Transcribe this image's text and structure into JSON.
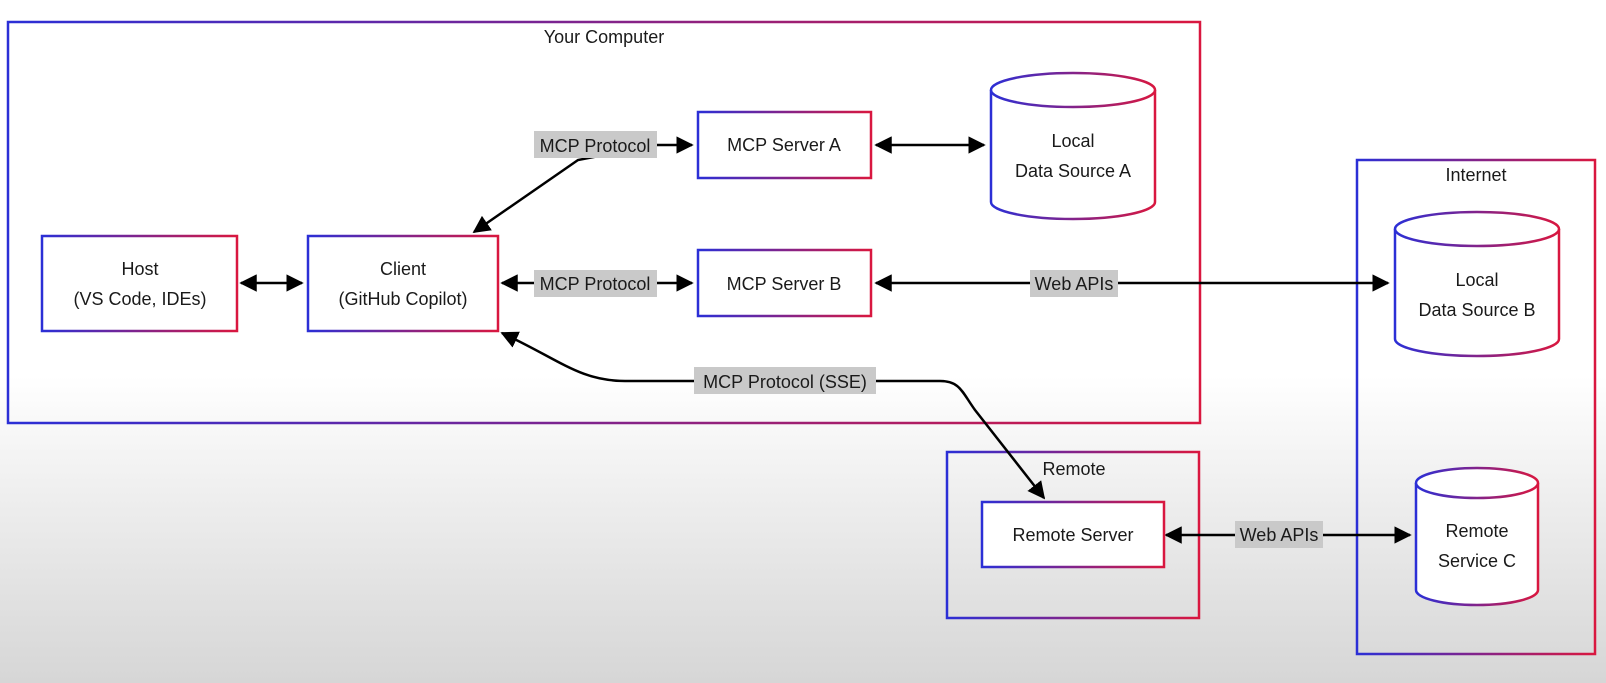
{
  "colors": {
    "gradient_start": "#2b2fd6",
    "gradient_end": "#d9173f",
    "label_bg": "#c9c9c9",
    "arrow": "#000000"
  },
  "groups": {
    "your_computer": "Your Computer",
    "internet": "Internet",
    "remote": "Remote"
  },
  "nodes": {
    "host": {
      "line1": "Host",
      "line2": "(VS Code, IDEs)"
    },
    "client": {
      "line1": "Client",
      "line2": "(GitHub Copilot)"
    },
    "server_a": "MCP Server A",
    "server_b": "MCP Server B",
    "local_a": {
      "line1": "Local",
      "line2": "Data Source A"
    },
    "local_b": {
      "line1": "Local",
      "line2": "Data Source B"
    },
    "remote_server": "Remote Server",
    "remote_service": {
      "line1": "Remote",
      "line2": "Service C"
    }
  },
  "edges": {
    "client_to_server_a": "MCP Protocol",
    "client_to_server_b": "MCP Protocol",
    "server_b_to_local_b": "Web APIs",
    "client_to_remote": "MCP Protocol (SSE)",
    "remote_to_service_c": "Web APIs"
  }
}
